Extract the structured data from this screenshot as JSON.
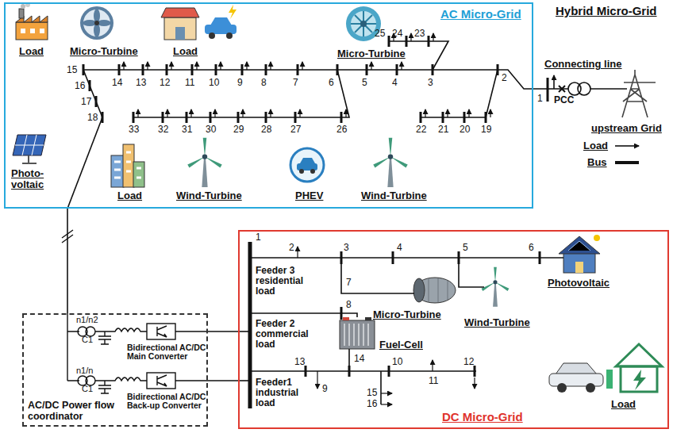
{
  "diagram": {
    "title": "Hybrid Micro-Grid",
    "nodes": [
      {
        "text": [
          "AC Micro-Grid"
        ]
      },
      {
        "text": [
          "DC Micro-Grid"
        ]
      },
      {
        "text": [
          "AC/DC Power flow coordinator"
        ]
      }
    ],
    "edges": [
      {
        "from": 0,
        "to": 2,
        "arrow": "none"
      },
      {
        "from": 2,
        "to": 1,
        "arrow": "none"
      },
      {
        "from": 2,
        "to": 1,
        "arrow": "none"
      }
    ],
    "labels": [
      "Load",
      "Micro-Turbine",
      "Load",
      "Micro-Turbine",
      "Photo-voltaic",
      "Load",
      "Wind-Turbine",
      "PHEV",
      "Wind-Turbine",
      "Connecting line",
      "PCC",
      "upstream Grid",
      "1",
      "2",
      "3",
      "4",
      "5",
      "6",
      "7",
      "8",
      "9",
      "10",
      "11",
      "12",
      "13",
      "14",
      "15",
      "16",
      "17",
      "18",
      "19",
      "20",
      "21",
      "22",
      "23",
      "24",
      "25",
      "26",
      "27",
      "28",
      "29",
      "30",
      "31",
      "32",
      "33",
      "1",
      "2",
      "3",
      "4",
      "5",
      "6",
      "7",
      "8",
      "9",
      "10",
      "11",
      "12",
      "13",
      "14",
      "15",
      "16",
      "n1/n2",
      "C1",
      "Bidirectional AC/DC Main Converter",
      "n1/n",
      "C1",
      "Bidirectional AC/DC Back-up Converter",
      "Feeder 3 residential load",
      "Feeder 2 commercial load",
      "Feeder1 industrial load",
      "Micro-Turbine",
      "Wind-Turbine",
      "Photovoltaic",
      "Fuel-Cell",
      "Load"
    ],
    "legend": [
      {
        "text": "Load"
      },
      {
        "text": "Bus"
      }
    ]
  }
}
